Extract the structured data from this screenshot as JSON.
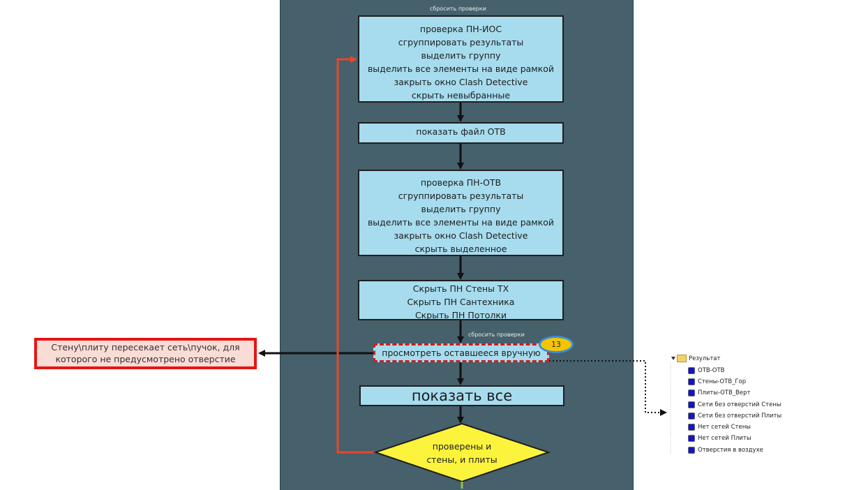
{
  "lane_label_top": "сбросить проверки",
  "box1": [
    "проверка ПН-ИОС",
    "сгруппировать результаты",
    "выделить группу",
    "выделить все элементы на виде рамкой",
    "закрыть окно Clash Detective",
    "скрыть невыбранные"
  ],
  "box2": [
    "показать файл ОТВ"
  ],
  "box3": [
    "проверка ПН-ОТВ",
    "сгруппировать результаты",
    "выделить группу",
    "выделить все элементы на виде рамкой",
    "закрыть окно Clash Detective",
    "скрыть выделенное"
  ],
  "box4": [
    "Скрыть ПН Стены ТХ",
    "Скрыть ПН Сантехника",
    "Скрыть ПН Потолки"
  ],
  "reset_label_2": "сбросить проверки",
  "manual_review": "просмотреть оставшееся вручную",
  "badge_count": "13",
  "show_all": "показать все",
  "decision": [
    "проверены и",
    "стены, и плиты"
  ],
  "note": [
    "Стену\\плиту пересекает сеть\\пучок, для",
    "которого не предусмотрено отверстие"
  ],
  "results_tree": {
    "root": "Результат",
    "items": [
      "ОТВ-ОТВ",
      "Стены-ОТВ_Гор",
      "Плиты-ОТВ_Верт",
      "Сети без отверстий Стены",
      "Сети без отверстий Плиты",
      "Нет сетей Стены",
      "Нет сетей Плиты",
      "Отверстия в воздухе"
    ]
  },
  "colors": {
    "lane": "#46606c",
    "process_box": "#a6dcee",
    "decision": "#fcf43c",
    "loop_arrow": "#e8472a",
    "note_border": "#e61414",
    "note_fill": "#fadcd6",
    "badge": "#f7c500"
  }
}
